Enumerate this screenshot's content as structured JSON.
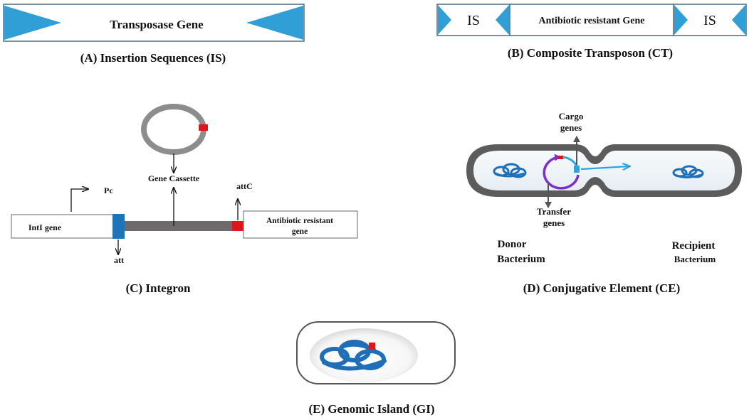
{
  "panel_a": {
    "gene_label": "Transposase Gene",
    "caption": "(A) Insertion Sequences (IS)"
  },
  "panel_b": {
    "is_left": "IS",
    "gene_label": "Antibiotic resistant Gene",
    "is_right": "IS",
    "caption": "(B) Composite Transposon (CT)"
  },
  "panel_c": {
    "gene_cassette": "Gene Cassette",
    "pc": "Pc",
    "attc": "attC",
    "intl_gene": "IntI gene",
    "att": "att",
    "antibiotic_line1": "Antibiotic resistant",
    "antibiotic_line2": "gene",
    "caption": "(C) Integron"
  },
  "panel_d": {
    "cargo_line1": "Cargo",
    "cargo_line2": "genes",
    "transfer_line1": "Transfer",
    "transfer_line2": "genes",
    "donor_line1": "Donor",
    "donor_line2": "Bacterium",
    "recipient_line1": "Recipient",
    "recipient_line2": "Bacterium",
    "caption": "(D) Conjugative Element (CE)"
  },
  "panel_e": {
    "caption": "(E) Genomic Island (GI)"
  },
  "colors": {
    "blue_triangle": "#2f9fd6",
    "insert_blue": "#1f73b7",
    "red": "#e0141b",
    "gray_ring": "#8d8d8d",
    "dark_bar": "#6e6a6b",
    "purple": "#7b2fd0",
    "cell_border": "#5c5c5c",
    "cell_fill": "#eef3f7"
  }
}
